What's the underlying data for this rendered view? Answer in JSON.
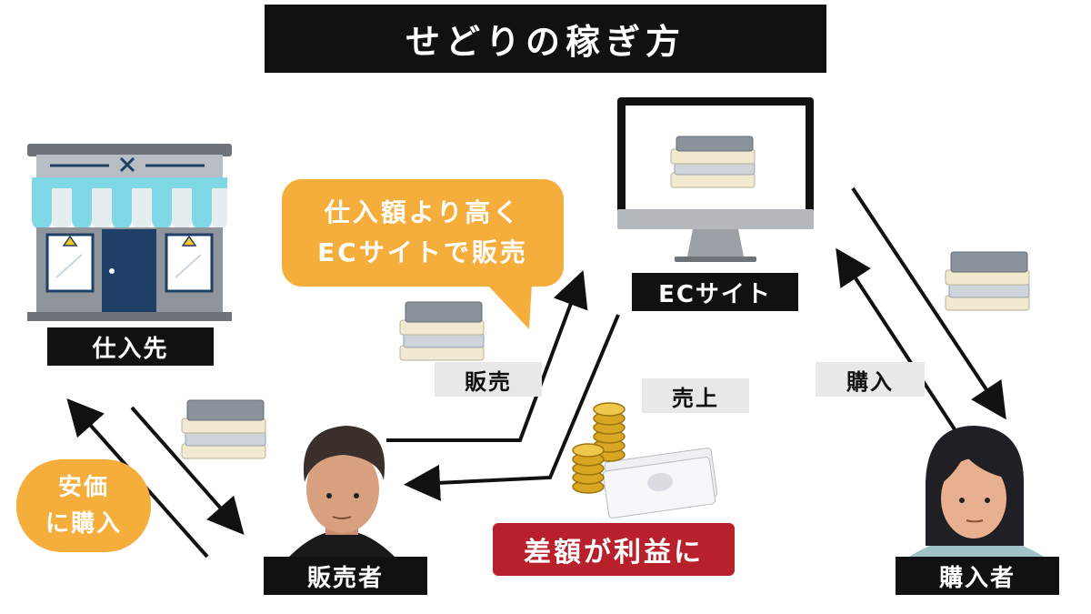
{
  "title": "せどりの稼ぎ方",
  "nodes": {
    "supplier": "仕入先",
    "ec_site": "ECサイト",
    "seller": "販売者",
    "buyer": "購入者"
  },
  "bubbles": {
    "ec_line1": "仕入額より高く",
    "ec_line2": "ECサイトで販売",
    "cheap_line1": "安価",
    "cheap_line2": "に購入"
  },
  "flow_labels": {
    "sell": "販売",
    "sales": "売上",
    "purchase": "購入"
  },
  "profit": "差額が利益に",
  "colors": {
    "bubble": "#f5ae3b",
    "profit": "#b8212b",
    "label_bg": "#111111",
    "awning": "#7fd8e6",
    "store_body": "#8f959a",
    "door": "#1e3f66"
  }
}
